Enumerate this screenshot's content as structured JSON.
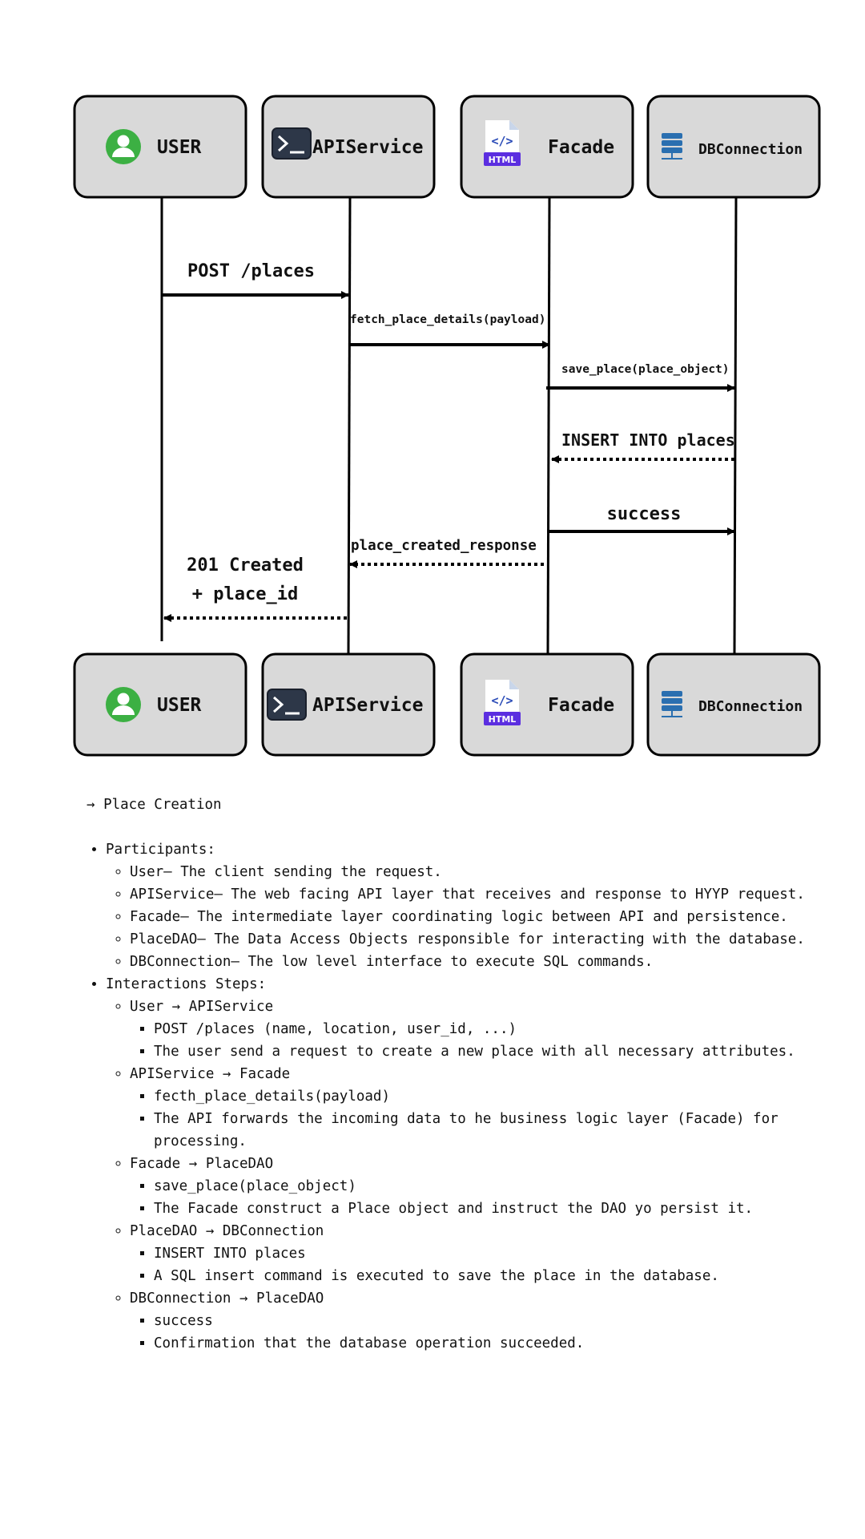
{
  "participants": [
    {
      "label": "USER",
      "icon": "user-icon"
    },
    {
      "label": "APIService",
      "icon": "terminal-icon"
    },
    {
      "label": "Facade",
      "icon": "html-file-icon"
    },
    {
      "label": "DBConnection",
      "icon": "database-server-icon"
    }
  ],
  "messages": [
    {
      "text": "POST /places",
      "style": "solid"
    },
    {
      "text": "fetch_place_details(payload)",
      "style": "solid"
    },
    {
      "text": "save_place(place_object)",
      "style": "solid"
    },
    {
      "text": "INSERT INTO places",
      "style": "dotted"
    },
    {
      "text": "success",
      "style": "solid"
    },
    {
      "text": "place_created_response",
      "style": "dotted"
    },
    {
      "text": "201 Created",
      "text2": "+ place_id",
      "style": "dotted"
    }
  ],
  "colors": {
    "box_fill": "#d9d9d9",
    "user_green": "#3cb043",
    "terminal_dark": "#2d3748",
    "html_purple": "#5b2ee0",
    "db_blue": "#2a6fb0"
  },
  "notes": {
    "heading": "→ Place Creation",
    "participants_title": "Participants:",
    "participants": [
      "User– The client sending the request.",
      "APIService– The web facing API layer that receives and response to HYYP request.",
      "Facade– The intermediate layer coordinating logic between API and persistence.",
      "PlaceDAO– The Data Access Objects responsible for interacting with the database.",
      "DBConnection– The low level interface to execute SQL commands."
    ],
    "steps_title": "Interactions Steps:",
    "steps": [
      {
        "title": "User → APIService",
        "items": [
          "POST /places (name, location, user_id, ...)",
          "The user send a request to create a new place with all necessary attributes."
        ]
      },
      {
        "title": "APIService → Facade",
        "items": [
          "fecth_place_details(payload)",
          "The API forwards the incoming data to he business logic layer (Facade) for processing."
        ]
      },
      {
        "title": "Facade → PlaceDAO",
        "items": [
          "save_place(place_object)",
          "The Facade construct a Place object and instruct the DAO yo persist it."
        ]
      },
      {
        "title": "PlaceDAO → DBConnection",
        "items": [
          "INSERT INTO places",
          "A SQL insert command is executed to save the place in the database."
        ]
      },
      {
        "title": "DBConnection → PlaceDAO",
        "items": [
          "success",
          "Confirmation that the database operation succeeded."
        ]
      }
    ]
  }
}
